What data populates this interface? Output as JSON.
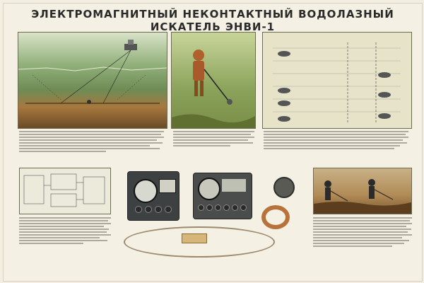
{
  "poster": {
    "title": "ЭЛЕКТРОМАГНИТНЫЙ НЕКОНТАКТНЫЙ ВОДОЛАЗНЫЙ ИСКАТЕЛЬ ЭНВИ-1"
  },
  "colors": {
    "background": "#f4f0e4",
    "water_green": "#7f9c6a",
    "seabed_brown": "#a7783e",
    "diver_scene": "#8aa25a",
    "chart_panel": "#e6e3c9",
    "device_dark": "#3e4141",
    "coil_copper": "#b8733a"
  },
  "icons": [
    "diver-figure",
    "ship-icon",
    "device-console",
    "coil-icon",
    "probe-icon"
  ]
}
